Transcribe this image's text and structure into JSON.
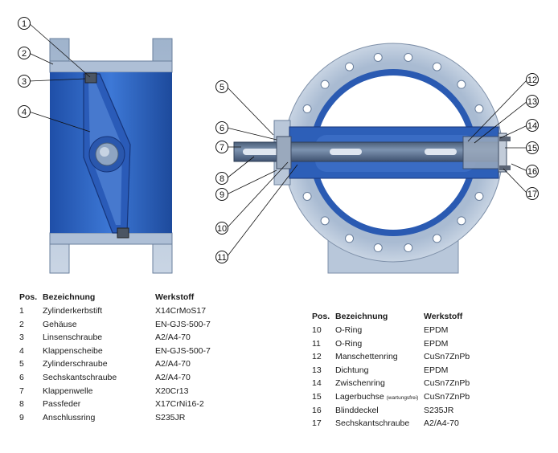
{
  "figure": {
    "callouts": [
      "1",
      "2",
      "3",
      "4",
      "5",
      "6",
      "7",
      "8",
      "9",
      "10",
      "11",
      "12",
      "13",
      "14",
      "15",
      "16",
      "17"
    ]
  },
  "table_left": {
    "headers": {
      "pos": "Pos.",
      "name": "Bezeichnung",
      "material": "Werkstoff"
    },
    "rows": [
      {
        "pos": "1",
        "name": "Zylinderkerbstift",
        "material": "X14CrMoS17"
      },
      {
        "pos": "2",
        "name": "Gehäuse",
        "material": "EN-GJS-500-7"
      },
      {
        "pos": "3",
        "name": "Linsenschraube",
        "material": "A2/A4-70"
      },
      {
        "pos": "4",
        "name": "Klappenscheibe",
        "material": "EN-GJS-500-7"
      },
      {
        "pos": "5",
        "name": "Zylinderschraube",
        "material": "A2/A4-70"
      },
      {
        "pos": "6",
        "name": "Sechskantschraube",
        "material": "A2/A4-70"
      },
      {
        "pos": "7",
        "name": "Klappenwelle",
        "material": "X20Cr13"
      },
      {
        "pos": "8",
        "name": "Passfeder",
        "material": "X17CrNi16-2"
      },
      {
        "pos": "9",
        "name": "Anschlussring",
        "material": "S235JR"
      }
    ]
  },
  "table_right": {
    "headers": {
      "pos": "Pos.",
      "name": "Bezeichnung",
      "material": "Werkstoff"
    },
    "rows": [
      {
        "pos": "10",
        "name": "O-Ring",
        "note": "",
        "material": "EPDM"
      },
      {
        "pos": "11",
        "name": "O-Ring",
        "note": "",
        "material": "EPDM"
      },
      {
        "pos": "12",
        "name": "Manschettenring",
        "note": "",
        "material": "CuSn7ZnPb"
      },
      {
        "pos": "13",
        "name": "Dichtung",
        "note": "",
        "material": "EPDM"
      },
      {
        "pos": "14",
        "name": "Zwischenring",
        "note": "",
        "material": "CuSn7ZnPb"
      },
      {
        "pos": "15",
        "name": "Lagerbuchse",
        "note": "(wartungsfrei)",
        "material": "CuSn7ZnPb"
      },
      {
        "pos": "16",
        "name": "Blinddeckel",
        "note": "",
        "material": "S235JR"
      },
      {
        "pos": "17",
        "name": "Sechskantschraube",
        "note": "",
        "material": "A2/A4-70"
      }
    ]
  }
}
